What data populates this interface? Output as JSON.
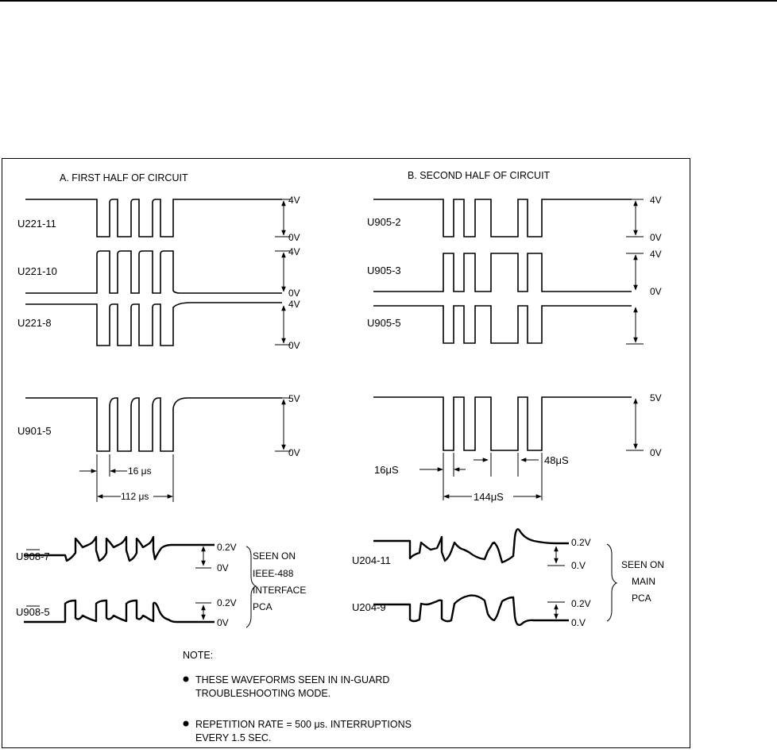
{
  "sections": {
    "a_title": "A. FIRST HALF OF CIRCUIT",
    "b_title": "B. SECOND HALF OF CIRCUIT"
  },
  "signals_a": {
    "u221_11": "U221-11",
    "u221_10": "U221-10",
    "u221_8": "U221-8",
    "u901_5": "U901-5",
    "u908_7": "U908-7",
    "u908_5": "U908-5"
  },
  "signals_b": {
    "u905_2": "U905-2",
    "u905_3": "U905-3",
    "u905_5": "U905-5",
    "u204_11": "U204-11",
    "u204_9": "U204-9"
  },
  "levels": {
    "v4": "4V",
    "v0": "0V",
    "v5": "5V",
    "v02": "0.2V",
    "v0dot": "0.V"
  },
  "timing": {
    "a_pulse": "16 μs",
    "a_total": "112 μs",
    "b_pulse": "16μS",
    "b_gap": "48μS",
    "b_total": "144μS"
  },
  "brackets": {
    "a_line1": "SEEN ON",
    "a_line2": "IEEE-488",
    "a_line3": "INTERFACE",
    "a_line4": "PCA",
    "b_line1": "SEEN ON",
    "b_line2": "MAIN",
    "b_line3": "PCA"
  },
  "notes": {
    "heading": "NOTE:",
    "item1_line1": "THESE WAVEFORMS SEEN IN IN-GUARD",
    "item1_line2": "TROUBLESHOOTING MODE.",
    "item2_line1": "REPETITION RATE = 500 μs. INTERRUPTIONS",
    "item2_line2": "EVERY 1.5 SEC."
  }
}
